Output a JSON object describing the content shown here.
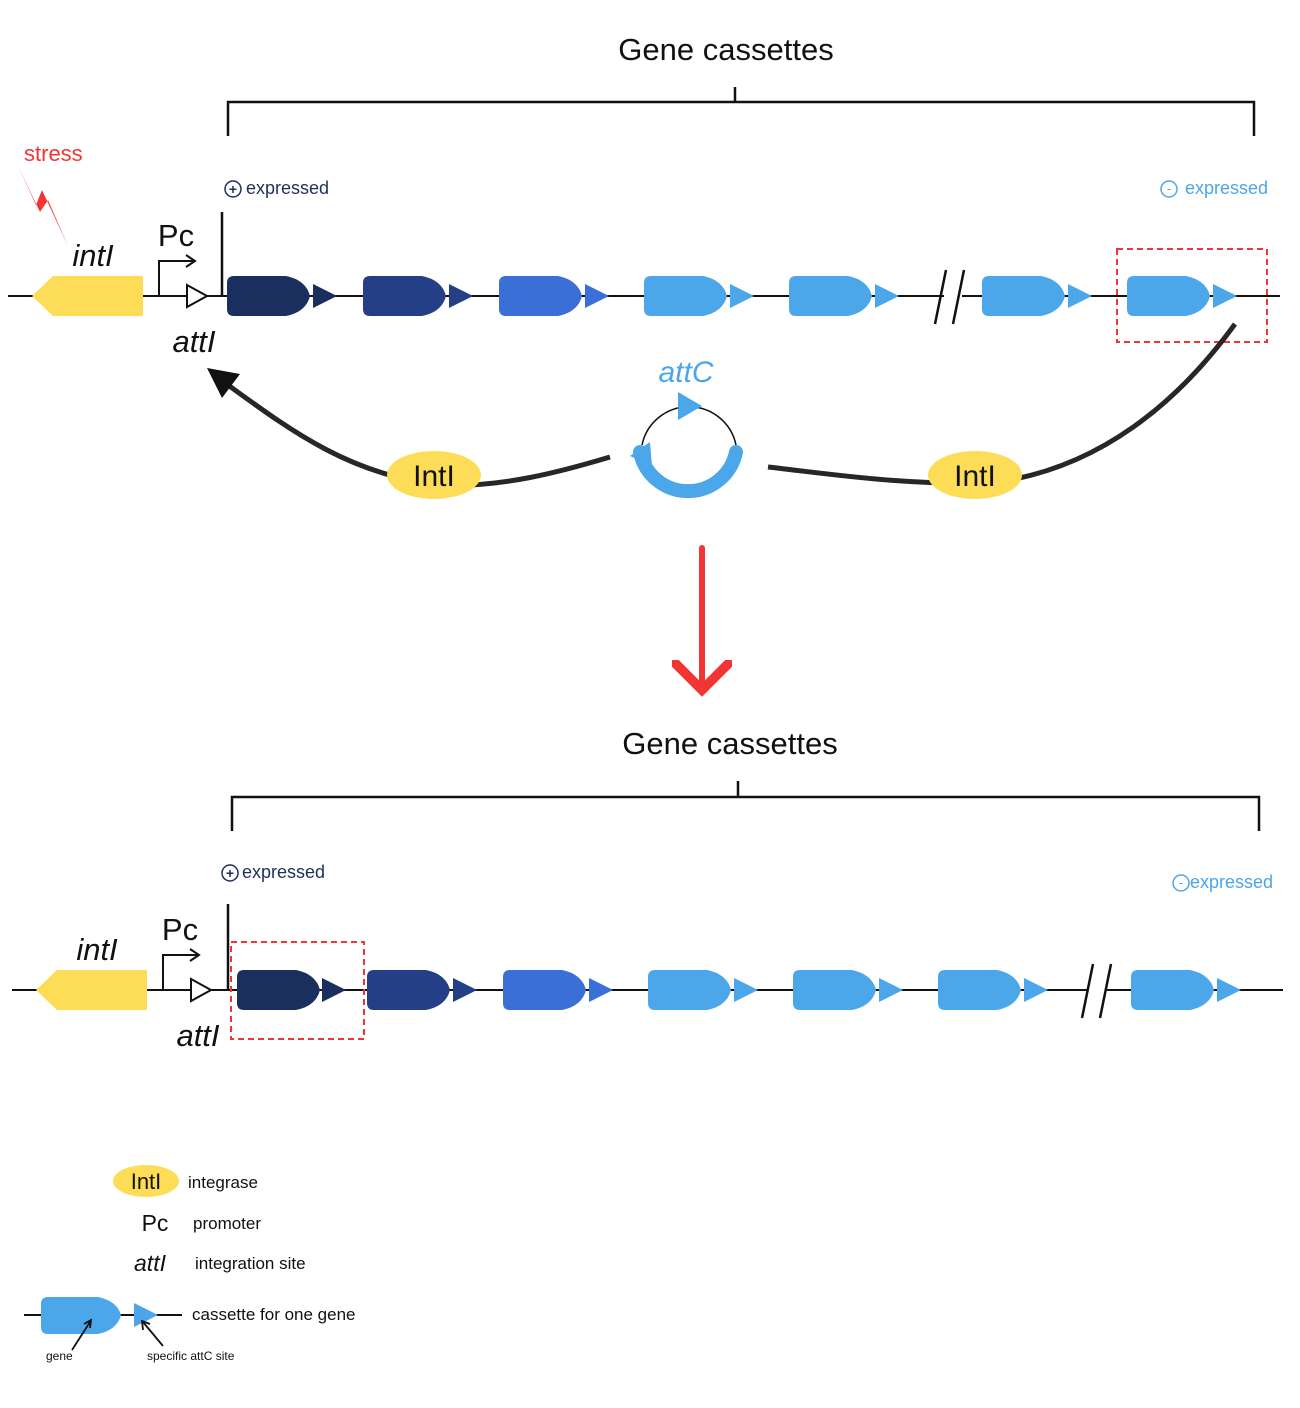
{
  "colors": {
    "dark_navy": "#1a2f5e",
    "navy": "#243f85",
    "royal_blue": "#3a6fd8",
    "light_blue": "#4ca6ea",
    "integrase_yellow": "#fddd57",
    "stress_red": "#f23434",
    "line_black": "#111111",
    "arc_dark": "#2a2624",
    "expressed_navy": "#1f2f5c"
  },
  "top": {
    "title": "Gene cassettes",
    "stress_label": "stress",
    "intI_label": "intI",
    "pc_label": "Pc",
    "attI_label": "attI",
    "expressed_plus": "expressed",
    "expressed_minus": "expressed",
    "plus_sign": "+",
    "minus_sign": "-",
    "cassette_colors": [
      "dark_navy",
      "navy",
      "royal_blue",
      "light_blue",
      "light_blue",
      "light_blue",
      "light_blue"
    ]
  },
  "excision": {
    "attC_label": "attC",
    "intI_left": "IntI",
    "intI_right": "IntI"
  },
  "bottom": {
    "title": "Gene cassettes",
    "intI_label": "intI",
    "pc_label": "Pc",
    "attI_label": "attI",
    "expressed_plus": "expressed",
    "expressed_minus": "expressed",
    "plus_sign": "+",
    "minus_sign": "-",
    "cassette_colors": [
      "dark_navy",
      "navy",
      "royal_blue",
      "light_blue",
      "light_blue",
      "light_blue",
      "light_blue"
    ]
  },
  "legend": {
    "integrase_symbol": "IntI",
    "integrase_text": "integrase",
    "promoter_symbol": "Pc",
    "promoter_text": "promoter",
    "integration_symbol": "attI",
    "integration_text": "integration site",
    "cassette_text": "cassette for one gene",
    "gene_label": "gene",
    "attc_site_label": "specific attC site"
  }
}
